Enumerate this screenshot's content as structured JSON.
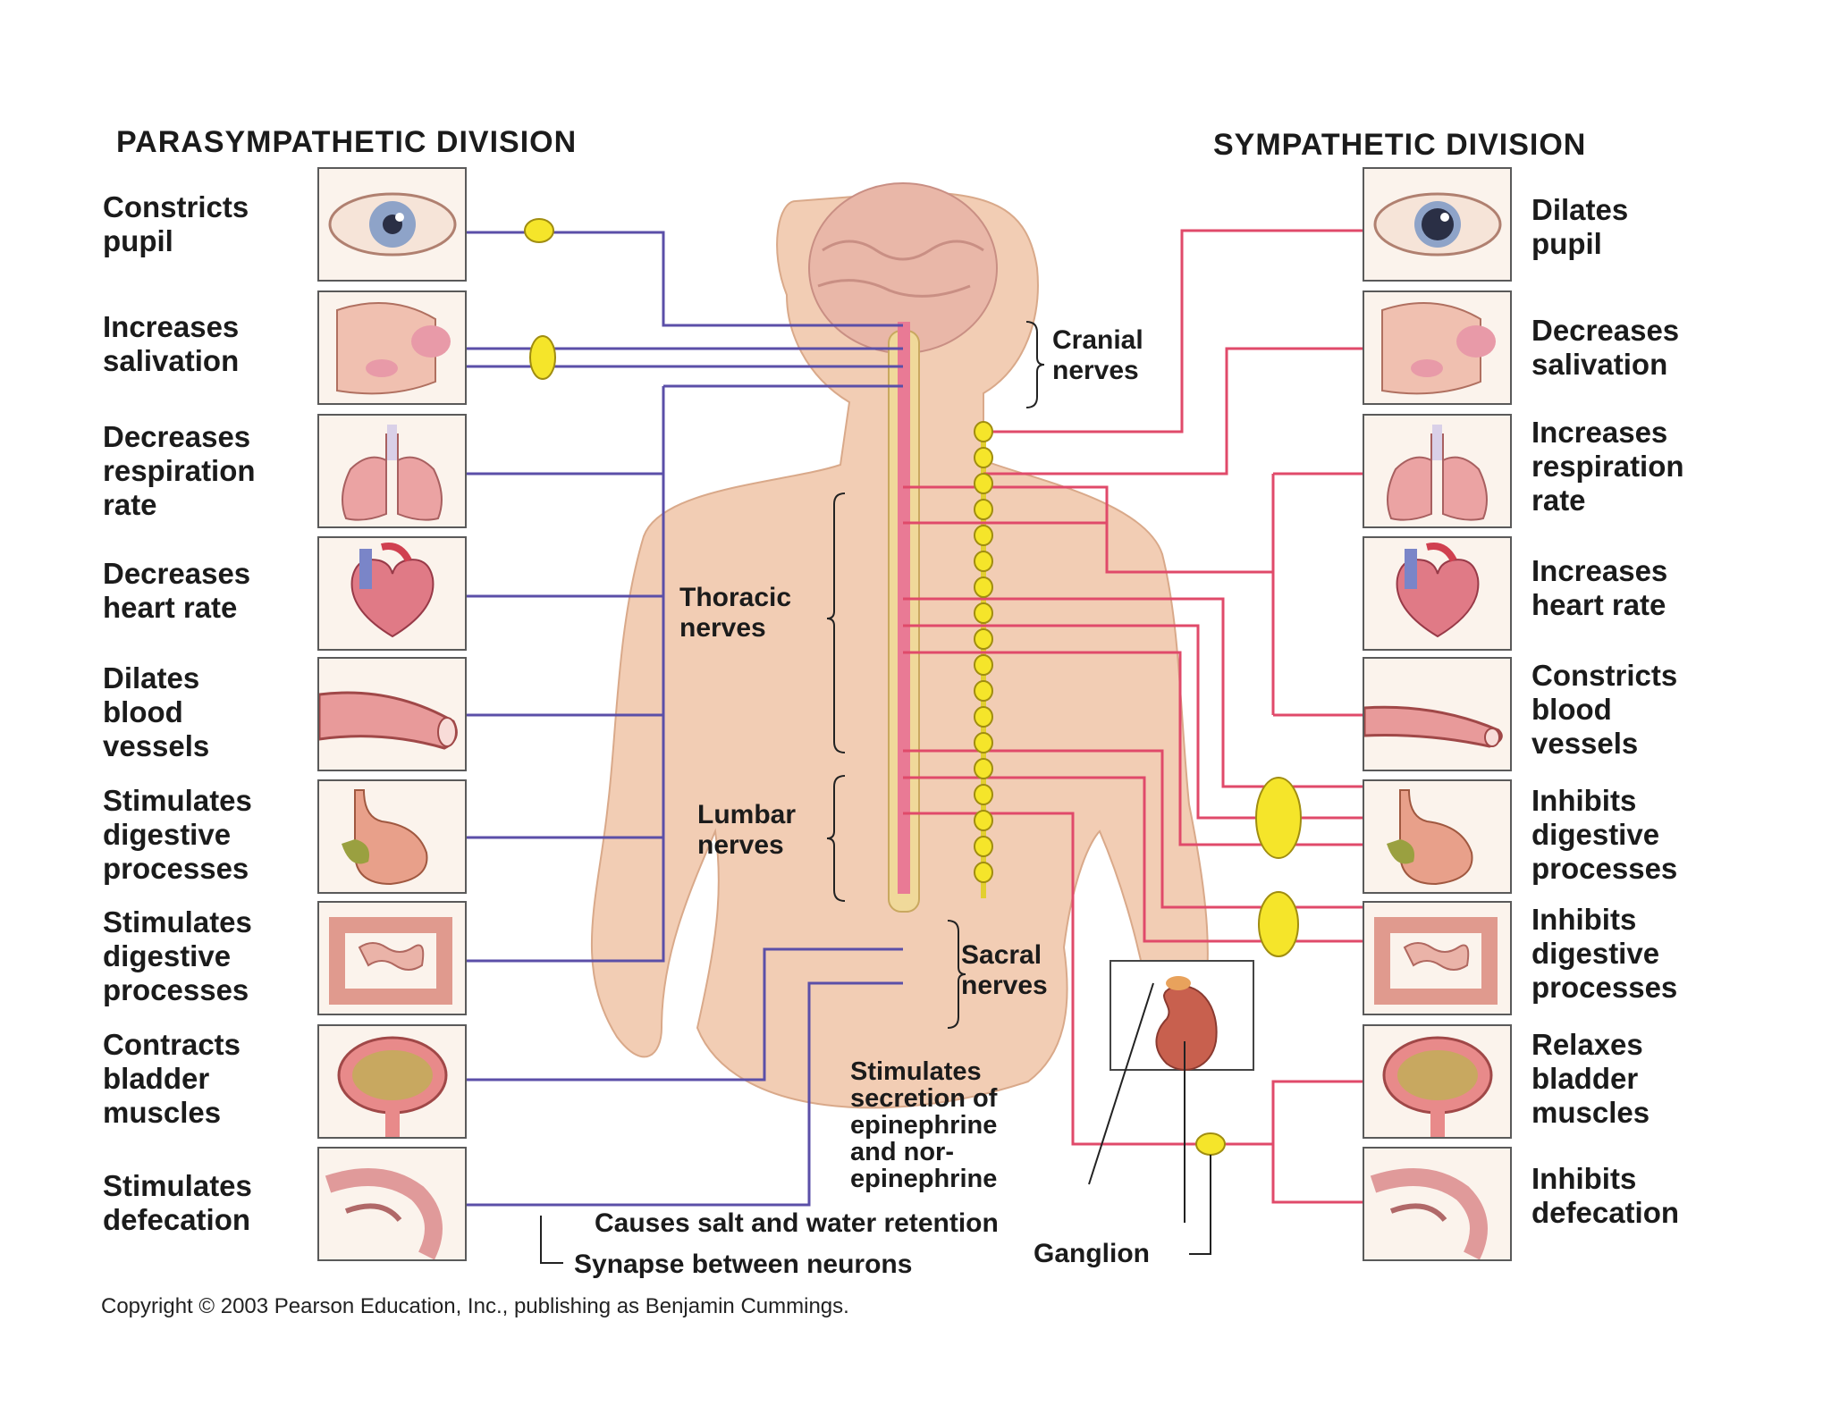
{
  "headers": {
    "parasympathetic": "PARASYMPATHETIC DIVISION",
    "sympathetic": "SYMPATHETIC DIVISION"
  },
  "left_effects": [
    {
      "organ": "eye",
      "text": "Constricts\npupil"
    },
    {
      "organ": "salivary-glands",
      "text": "Increases\nsalivation"
    },
    {
      "organ": "lungs",
      "text": "Decreases\nrespiration\nrate"
    },
    {
      "organ": "heart",
      "text": "Decreases\nheart rate"
    },
    {
      "organ": "blood-vessel",
      "text": "Dilates\nblood\nvessels"
    },
    {
      "organ": "stomach",
      "text": "Stimulates\ndigestive\nprocesses"
    },
    {
      "organ": "intestines",
      "text": "Stimulates\ndigestive\nprocesses"
    },
    {
      "organ": "bladder",
      "text": "Contracts\nbladder\nmuscles"
    },
    {
      "organ": "rectum",
      "text": "Stimulates\ndefecation"
    }
  ],
  "right_effects": [
    {
      "organ": "eye",
      "text": "Dilates\npupil"
    },
    {
      "organ": "salivary-glands",
      "text": "Decreases\nsalivation"
    },
    {
      "organ": "lungs",
      "text": "Increases\nrespiration\nrate"
    },
    {
      "organ": "heart",
      "text": "Increases\nheart rate"
    },
    {
      "organ": "blood-vessel",
      "text": "Constricts\nblood\nvessels"
    },
    {
      "organ": "stomach",
      "text": "Inhibits\ndigestive\nprocesses"
    },
    {
      "organ": "intestines",
      "text": "Inhibits\ndigestive\nprocesses"
    },
    {
      "organ": "bladder",
      "text": "Relaxes\nbladder\nmuscles"
    },
    {
      "organ": "rectum",
      "text": "Inhibits\ndefecation"
    }
  ],
  "nerve_labels": {
    "cranial": "Cranial\nnerves",
    "thoracic": "Thoracic\nnerves",
    "lumbar": "Lumbar\nnerves",
    "sacral": "Sacral\nnerves"
  },
  "annotations": {
    "adrenal": "Stimulates\nsecretion of\nepinephrine\nand nor-\nepinephrine",
    "salt_water": "Causes salt and water retention",
    "synapse": "Synapse between neurons",
    "ganglion": "Ganglion"
  },
  "copyright": "Copyright © 2003 Pearson Education, Inc., publishing as Benjamin Cummings.",
  "colors": {
    "parasympathetic_line": "#5b4fa8",
    "sympathetic_line": "#e04a6a",
    "ganglion_fill": "#f5e52a",
    "skin": "#f2cdb4",
    "spinal_cord": "#f0d99a"
  }
}
